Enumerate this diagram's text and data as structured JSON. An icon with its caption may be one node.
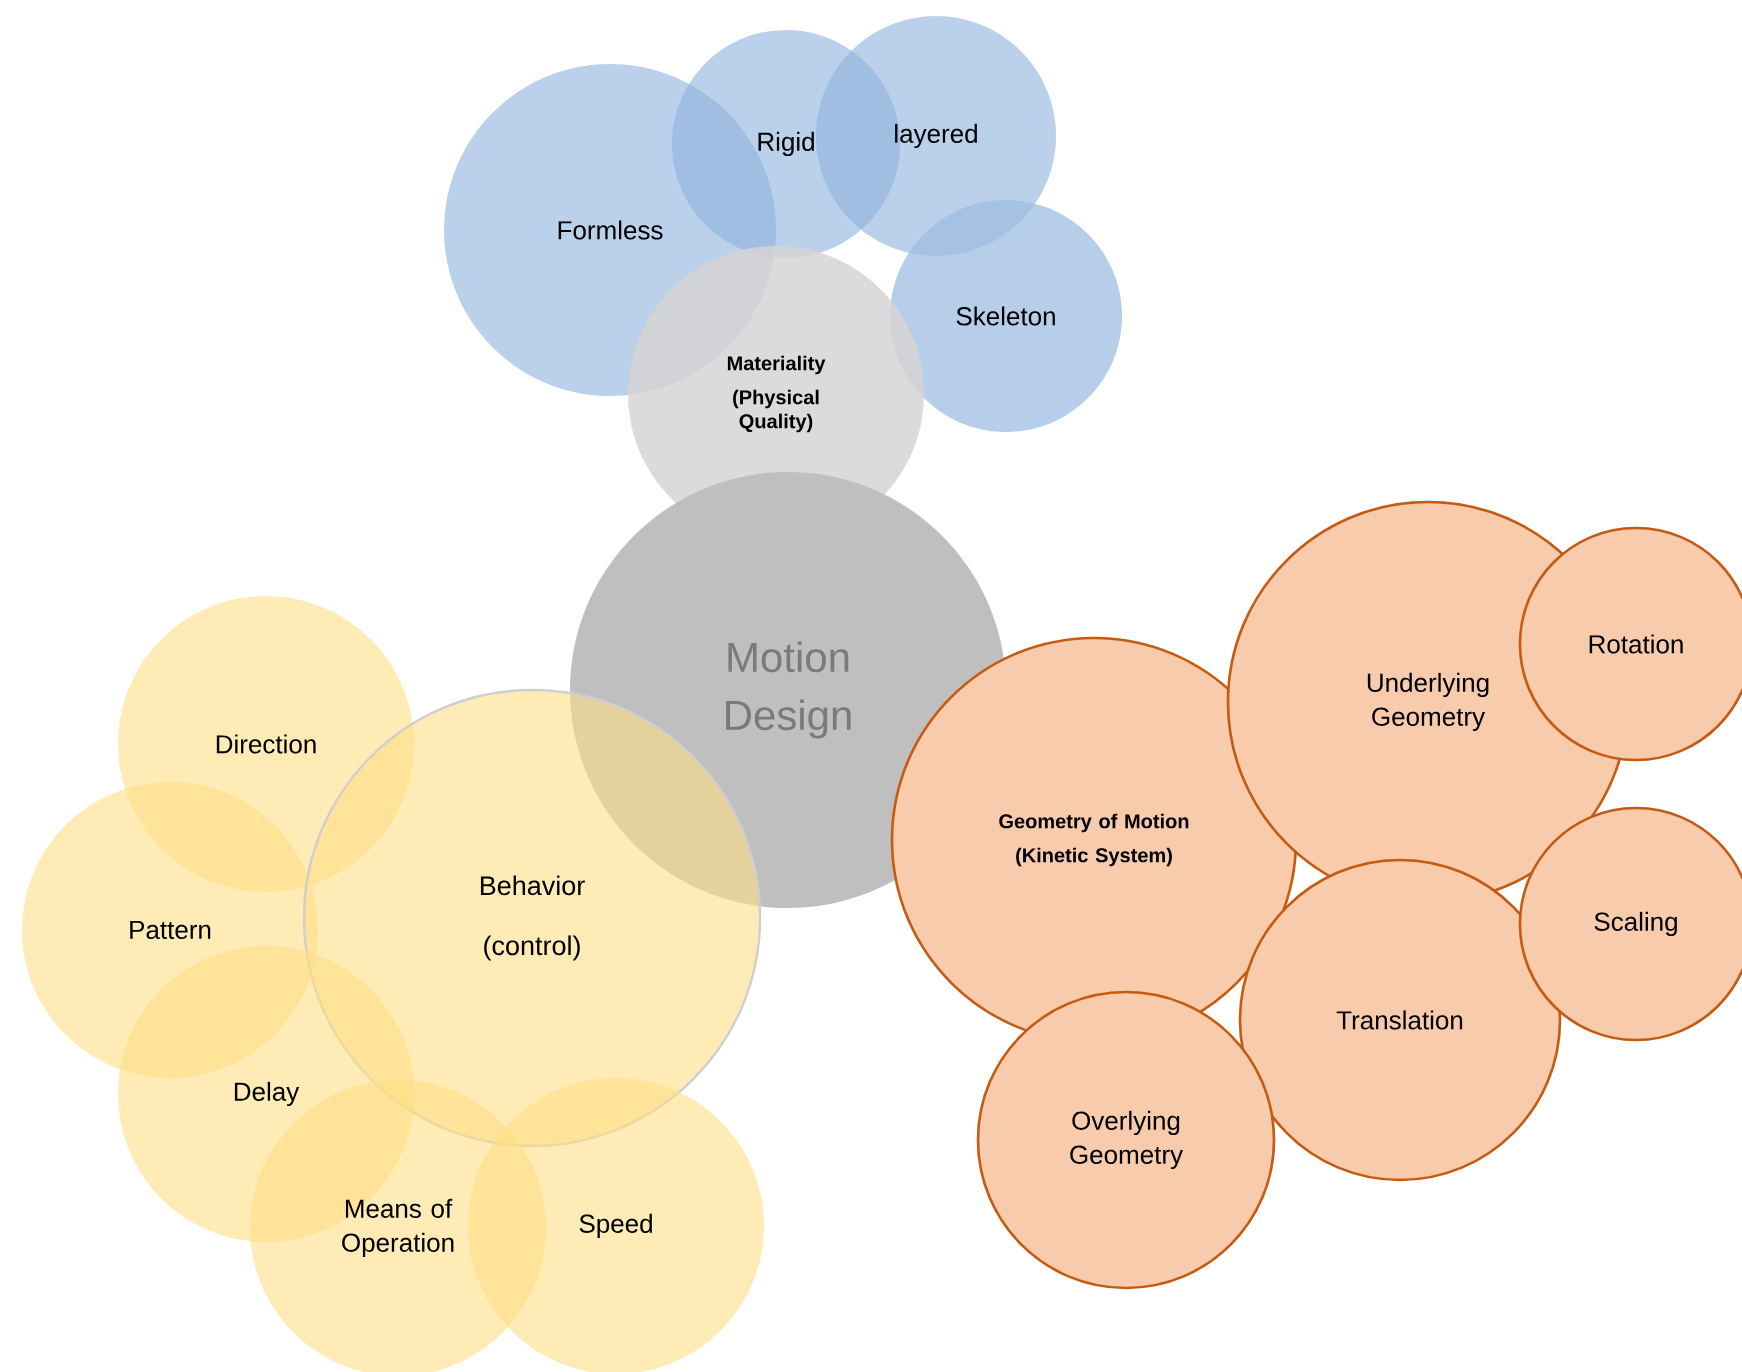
{
  "diagram": {
    "nodes": [
      {
        "text": [
          "Formless"
        ]
      },
      {
        "text": [
          "Rigid"
        ]
      },
      {
        "text": [
          "layered"
        ]
      },
      {
        "text": [
          "Skeleton"
        ]
      },
      {
        "text": [
          "Materiality",
          "(Physical Quality)"
        ]
      },
      {
        "text": [
          "Motion Design"
        ]
      },
      {
        "text": [
          "Direction"
        ]
      },
      {
        "text": [
          "Pattern"
        ]
      },
      {
        "text": [
          "Behavior (control)"
        ]
      },
      {
        "text": [
          "Delay"
        ]
      },
      {
        "text": [
          "Means of Operation"
        ]
      },
      {
        "text": [
          "Speed"
        ]
      },
      {
        "text": [
          "Geometry of Motion",
          "(Kinetic System)"
        ]
      },
      {
        "text": [
          "Underlying Geometry"
        ]
      },
      {
        "text": [
          "Rotation"
        ]
      },
      {
        "text": [
          "Translation"
        ]
      },
      {
        "text": [
          "Scaling"
        ]
      },
      {
        "text": [
          "Overlying Geometry"
        ]
      }
    ]
  }
}
